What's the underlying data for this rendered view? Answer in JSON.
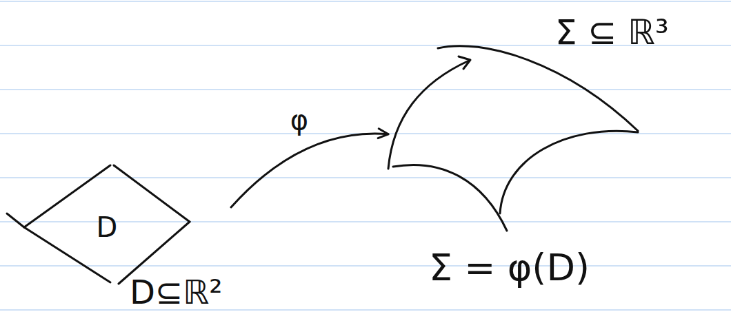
{
  "diagram": {
    "nodes": [
      {
        "text": [
          "D"
        ]
      },
      {
        "text": [
          "Σ ⊆ ℝ³"
        ]
      }
    ],
    "edges": [
      {
        "from": 0,
        "to": 1,
        "label": "φ",
        "arrow": "to"
      }
    ],
    "labels": [
      "D⊆ℝ²",
      "Σ = φ(D)"
    ]
  }
}
